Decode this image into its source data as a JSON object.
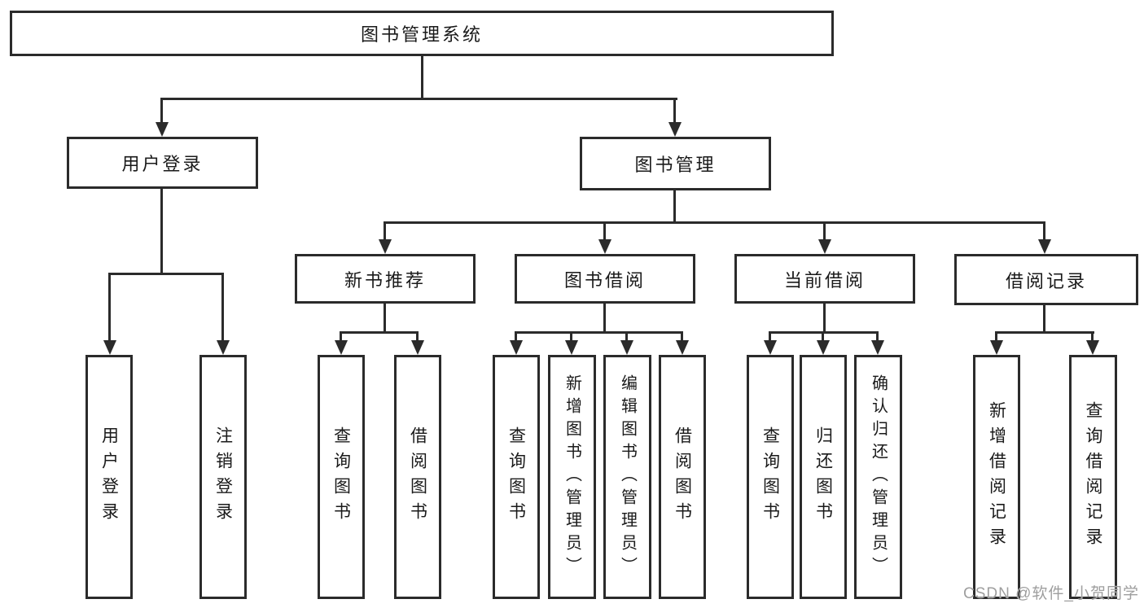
{
  "tree": {
    "root": {
      "label": "图书管理系统"
    },
    "branches": [
      {
        "label": "用户登录",
        "children": [
          {
            "label": "用户登录"
          },
          {
            "label": "注销登录"
          }
        ]
      },
      {
        "label": "图书管理",
        "children": [
          {
            "label": "新书推荐",
            "children": [
              {
                "label": "查询图书"
              },
              {
                "label": "借阅图书"
              }
            ]
          },
          {
            "label": "图书借阅",
            "children": [
              {
                "label": "查询图书"
              },
              {
                "label": "新增图书（管理员）"
              },
              {
                "label": "编辑图书（管理员）"
              },
              {
                "label": "借阅图书"
              }
            ]
          },
          {
            "label": "当前借阅",
            "children": [
              {
                "label": "查询图书"
              },
              {
                "label": "归还图书"
              },
              {
                "label": "确认归还（管理员）"
              }
            ]
          },
          {
            "label": "借阅记录",
            "children": [
              {
                "label": "新增借阅记录"
              },
              {
                "label": "查询借阅记录"
              }
            ]
          }
        ]
      }
    ]
  },
  "watermark": {
    "text": "CSDN @软件_小贺同学"
  },
  "colors": {
    "line": "#2b2b2b",
    "node_border": "#2b2b2b",
    "node_text": "#1a1a1a",
    "node_background": "#ffffff",
    "watermark_text": "#9e9e9e",
    "background": "#ffffff"
  }
}
